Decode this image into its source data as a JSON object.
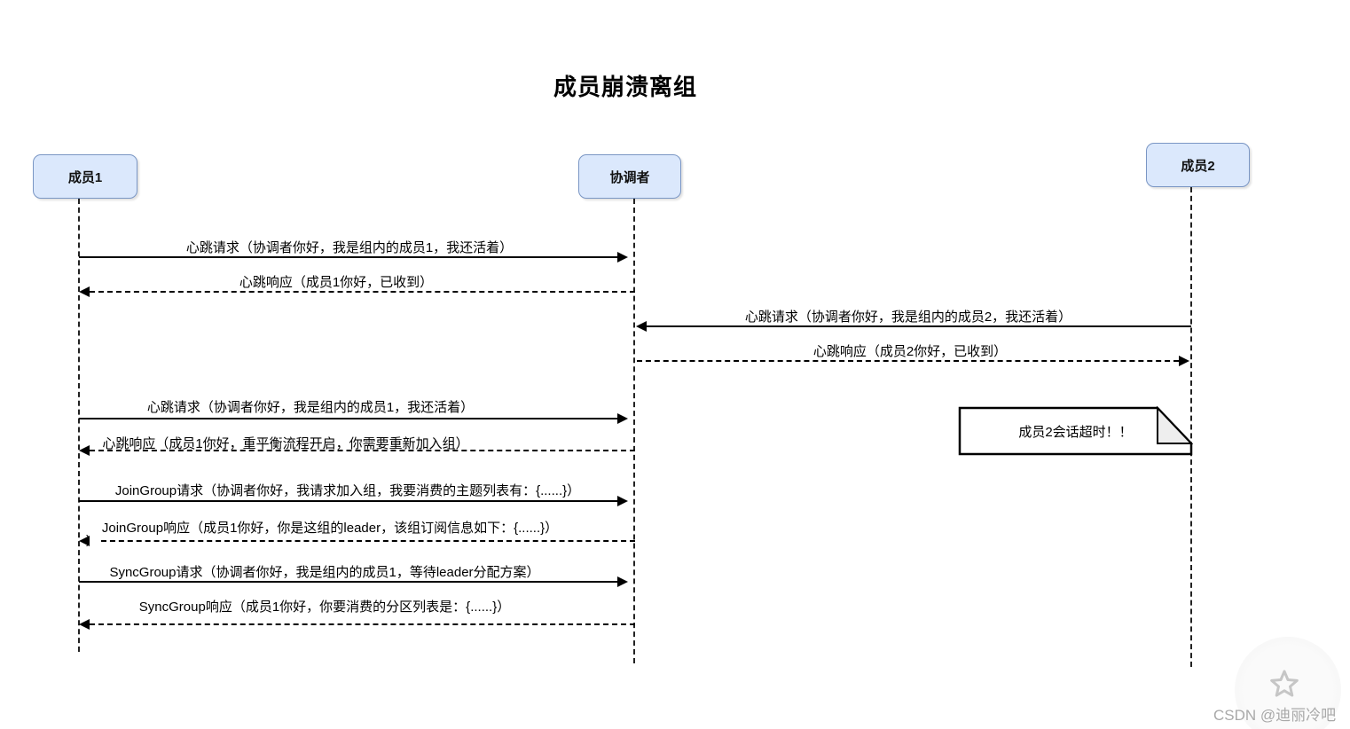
{
  "title": "成员崩溃离组",
  "actors": [
    {
      "name": "成员1"
    },
    {
      "name": "协调者"
    },
    {
      "name": "成员2"
    }
  ],
  "messages": [
    {
      "label": "心跳请求（协调者你好，我是组内的成员1，我还活着）",
      "from": "成员1",
      "to": "协调者",
      "line": "solid"
    },
    {
      "label": "心跳响应（成员1你好，已收到）",
      "from": "协调者",
      "to": "成员1",
      "line": "dashed"
    },
    {
      "label": "心跳请求（协调者你好，我是组内的成员2，我还活着）",
      "from": "成员2",
      "to": "协调者",
      "line": "solid"
    },
    {
      "label": "心跳响应（成员2你好，已收到）",
      "from": "协调者",
      "to": "成员2",
      "line": "dashed"
    },
    {
      "label": "心跳请求（协调者你好，我是组内的成员1，我还活着）",
      "from": "成员1",
      "to": "协调者",
      "line": "solid"
    },
    {
      "label": "心跳响应（成员1你好，重平衡流程开启，你需要重新加入组）",
      "from": "协调者",
      "to": "成员1",
      "line": "dashed"
    },
    {
      "label": "JoinGroup请求（协调者你好，我请求加入组，我要消费的主题列表有：{......}）",
      "from": "成员1",
      "to": "协调者",
      "line": "solid"
    },
    {
      "label": "JoinGroup响应（成员1你好，你是这组的leader，该组订阅信息如下：{......}）",
      "overflow": ")",
      "from": "协调者",
      "to": "成员1",
      "line": "dashed"
    },
    {
      "label": "SyncGroup请求（协调者你好，我是组内的成员1，等待leader分配方案）",
      "from": "成员1",
      "to": "协调者",
      "line": "solid"
    },
    {
      "label": "SyncGroup响应（成员1你好，你要消费的分区列表是：{......}）",
      "from": "协调者",
      "to": "成员1",
      "line": "dashed"
    }
  ],
  "note": {
    "text": "成员2会话超时！！"
  },
  "watermark": {
    "icon": "star-icon",
    "text": "CSDN @迪丽冷吧"
  },
  "colors": {
    "actor_fill": "#dbe8fc",
    "actor_border": "#7a96c4",
    "line": "#000000",
    "note_fill": "#ffffff",
    "note_fold_fill": "#eeeeee",
    "watermark_gray": "#a9a9a9"
  }
}
